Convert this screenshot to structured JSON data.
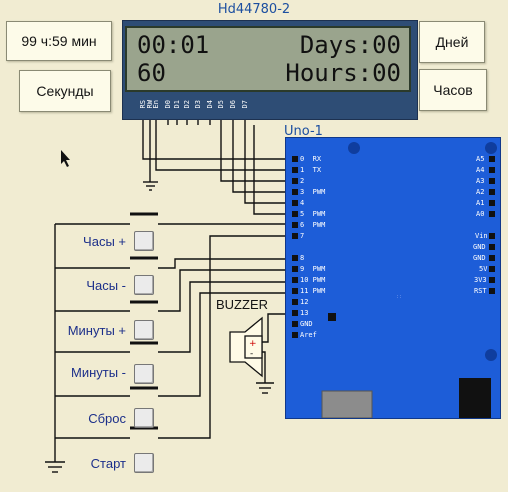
{
  "lcd": {
    "title": "Hd44780-2",
    "row1_left": "00:01",
    "row1_right": "Days:00",
    "row2_left": "60",
    "row2_right": "Hours:00",
    "pins": [
      "RS",
      "RW",
      "En",
      "D0",
      "D1",
      "D2",
      "D3",
      "D4",
      "D5",
      "D6",
      "D7"
    ]
  },
  "boxes": {
    "time": "99 ч:59 мин",
    "seconds": "Секунды",
    "days": "Дней",
    "hours": "Часов"
  },
  "buttons": [
    {
      "label": "Часы +"
    },
    {
      "label": "Часы -"
    },
    {
      "label": "Минуты +"
    },
    {
      "label": "Минуты -"
    },
    {
      "label": "Сброс"
    },
    {
      "label": "Старт"
    }
  ],
  "buzzer": {
    "label": "BUZZER"
  },
  "board": {
    "title": "Uno-1",
    "left_pins": [
      "0  RX",
      "1  TX",
      "2",
      "3  PWM",
      "4",
      "5  PWM",
      "6  PWM",
      "7",
      "8",
      "9  PWM",
      "10 PWM",
      "11 PWM",
      "12",
      "13",
      "GND",
      "Aref"
    ],
    "right_pins": [
      "A5",
      "A4",
      "A3",
      "A2",
      "A1",
      "A0",
      "Vin",
      "GND",
      "GND",
      "5V",
      "3V3",
      "RST"
    ]
  },
  "colors": {
    "background": "#f1ecd2",
    "board": "#1d5dd8",
    "lcd_screen": "#9aa48d",
    "label_blue": "#1c2f8a"
  }
}
